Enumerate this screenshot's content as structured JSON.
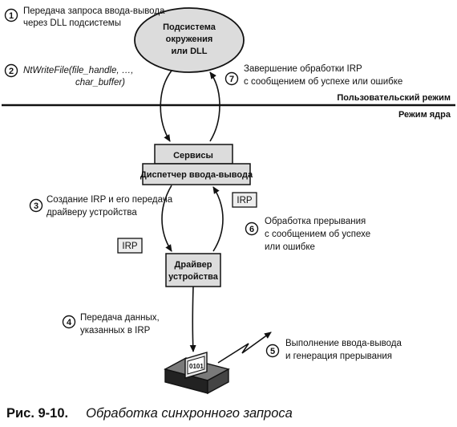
{
  "steps": [
    {
      "num": "1",
      "lines": [
        "Передача запроса ввода-вывода",
        "через DLL подсистемы"
      ]
    },
    {
      "num": "2",
      "call": "NtWriteFile",
      "args_line1": "(file_handle, …,",
      "args_line2": "char_buffer)"
    },
    {
      "num": "3",
      "lines": [
        "Создание IRP и его передача",
        "драйверу устройства"
      ]
    },
    {
      "num": "4",
      "lines": [
        "Передача данных,",
        "указанных в IRP"
      ]
    },
    {
      "num": "5",
      "lines": [
        "Выполнение ввода-вывода",
        "и генерация прерывания"
      ]
    },
    {
      "num": "6",
      "lines": [
        "Обработка прерывания",
        "с сообщением об успехе",
        "или ошибке"
      ]
    },
    {
      "num": "7",
      "lines": [
        "Завершение обработки IRP",
        "с сообщением об успехе или ошибке"
      ]
    }
  ],
  "nodes": {
    "subsystem": [
      "Подсистема",
      "окружения",
      "или DLL"
    ],
    "services": "Сервисы",
    "io_manager": "Диспетчер ввода-вывода",
    "driver": [
      "Драйвер",
      "устройства"
    ],
    "device_screen": "0101"
  },
  "modes": {
    "user": "Пользовательский режим",
    "kernel": "Режим ядра"
  },
  "irp_tag": "IRP",
  "caption": {
    "label": "Рис. 9-10.",
    "title": "Обработка синхронного запроса"
  }
}
